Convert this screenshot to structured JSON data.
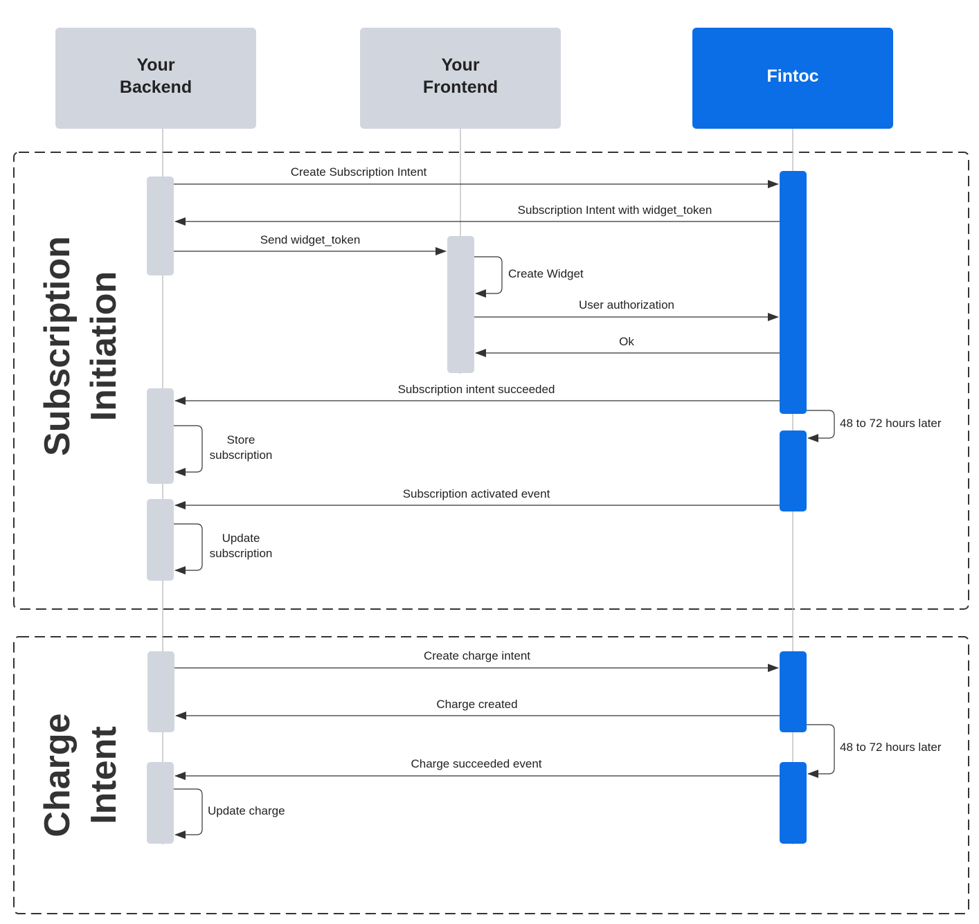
{
  "colors": {
    "participant_gray": "#d1d6de",
    "participant_blue": "#0b6ee6",
    "lifeline": "#b3b3b3",
    "arrow": "#333333",
    "text_dark": "#222222",
    "text_light": "#ffffff",
    "section_border": "#333333"
  },
  "participants": [
    {
      "id": "backend",
      "lines": [
        "Your",
        "Backend"
      ],
      "color": "gray"
    },
    {
      "id": "frontend",
      "lines": [
        "Your",
        "Frontend"
      ],
      "color": "gray"
    },
    {
      "id": "fintoc",
      "lines": [
        "Fintoc"
      ],
      "color": "blue"
    }
  ],
  "sections": [
    {
      "id": "subscription-initiation",
      "lines": [
        "Subscription",
        "Initiation"
      ]
    },
    {
      "id": "charge-intent",
      "lines": [
        "Charge",
        "Intent"
      ]
    }
  ],
  "messages": [
    {
      "id": "create-subscription-intent",
      "label": "Create Subscription Intent"
    },
    {
      "id": "subscription-intent-with-widget-token",
      "label": "Subscription Intent with widget_token"
    },
    {
      "id": "send-widget-token",
      "label": "Send widget_token"
    },
    {
      "id": "create-widget",
      "label": "Create Widget"
    },
    {
      "id": "user-authorization",
      "label": "User authorization"
    },
    {
      "id": "ok",
      "label": "Ok"
    },
    {
      "id": "subscription-intent-succeeded",
      "label": "Subscription intent succeeded"
    },
    {
      "id": "wait-subscription",
      "label": "48 to 72 hours later"
    },
    {
      "id": "store-subscription",
      "lines": [
        "Store",
        "subscription"
      ]
    },
    {
      "id": "subscription-activated-event",
      "label": "Subscription activated event"
    },
    {
      "id": "update-subscription",
      "lines": [
        "Update",
        "subscription"
      ]
    },
    {
      "id": "create-charge-intent",
      "label": "Create charge intent"
    },
    {
      "id": "charge-created",
      "label": "Charge created"
    },
    {
      "id": "wait-charge",
      "label": "48 to 72 hours later"
    },
    {
      "id": "charge-succeeded-event",
      "label": "Charge succeeded event"
    },
    {
      "id": "update-charge",
      "label": "Update charge"
    }
  ]
}
